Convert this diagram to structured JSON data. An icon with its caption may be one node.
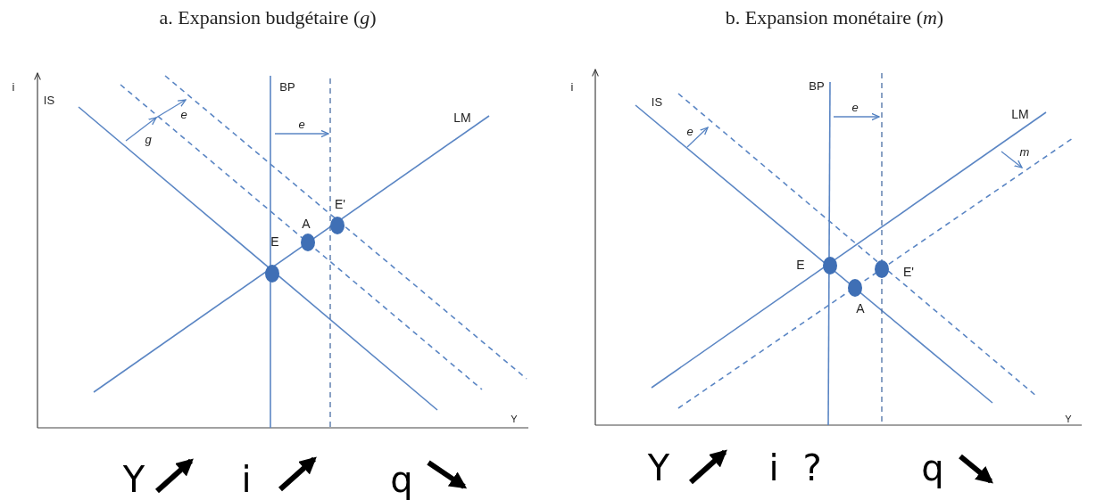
{
  "diagram": {
    "labels": [
      "a. Expansion budgétaire (*g*)",
      "b. Expansion monétaire (*m*)",
      "i",
      "IS",
      "e",
      "g",
      "BP",
      "e",
      "LM",
      "E'",
      "A",
      "E",
      "Y",
      "i",
      "IS",
      "BP",
      "e",
      "e",
      "LM",
      "m",
      "E",
      "E'",
      "A",
      "Y",
      "Y",
      "i",
      "q",
      "Y",
      "i",
      "?",
      "q"
    ]
  }
}
